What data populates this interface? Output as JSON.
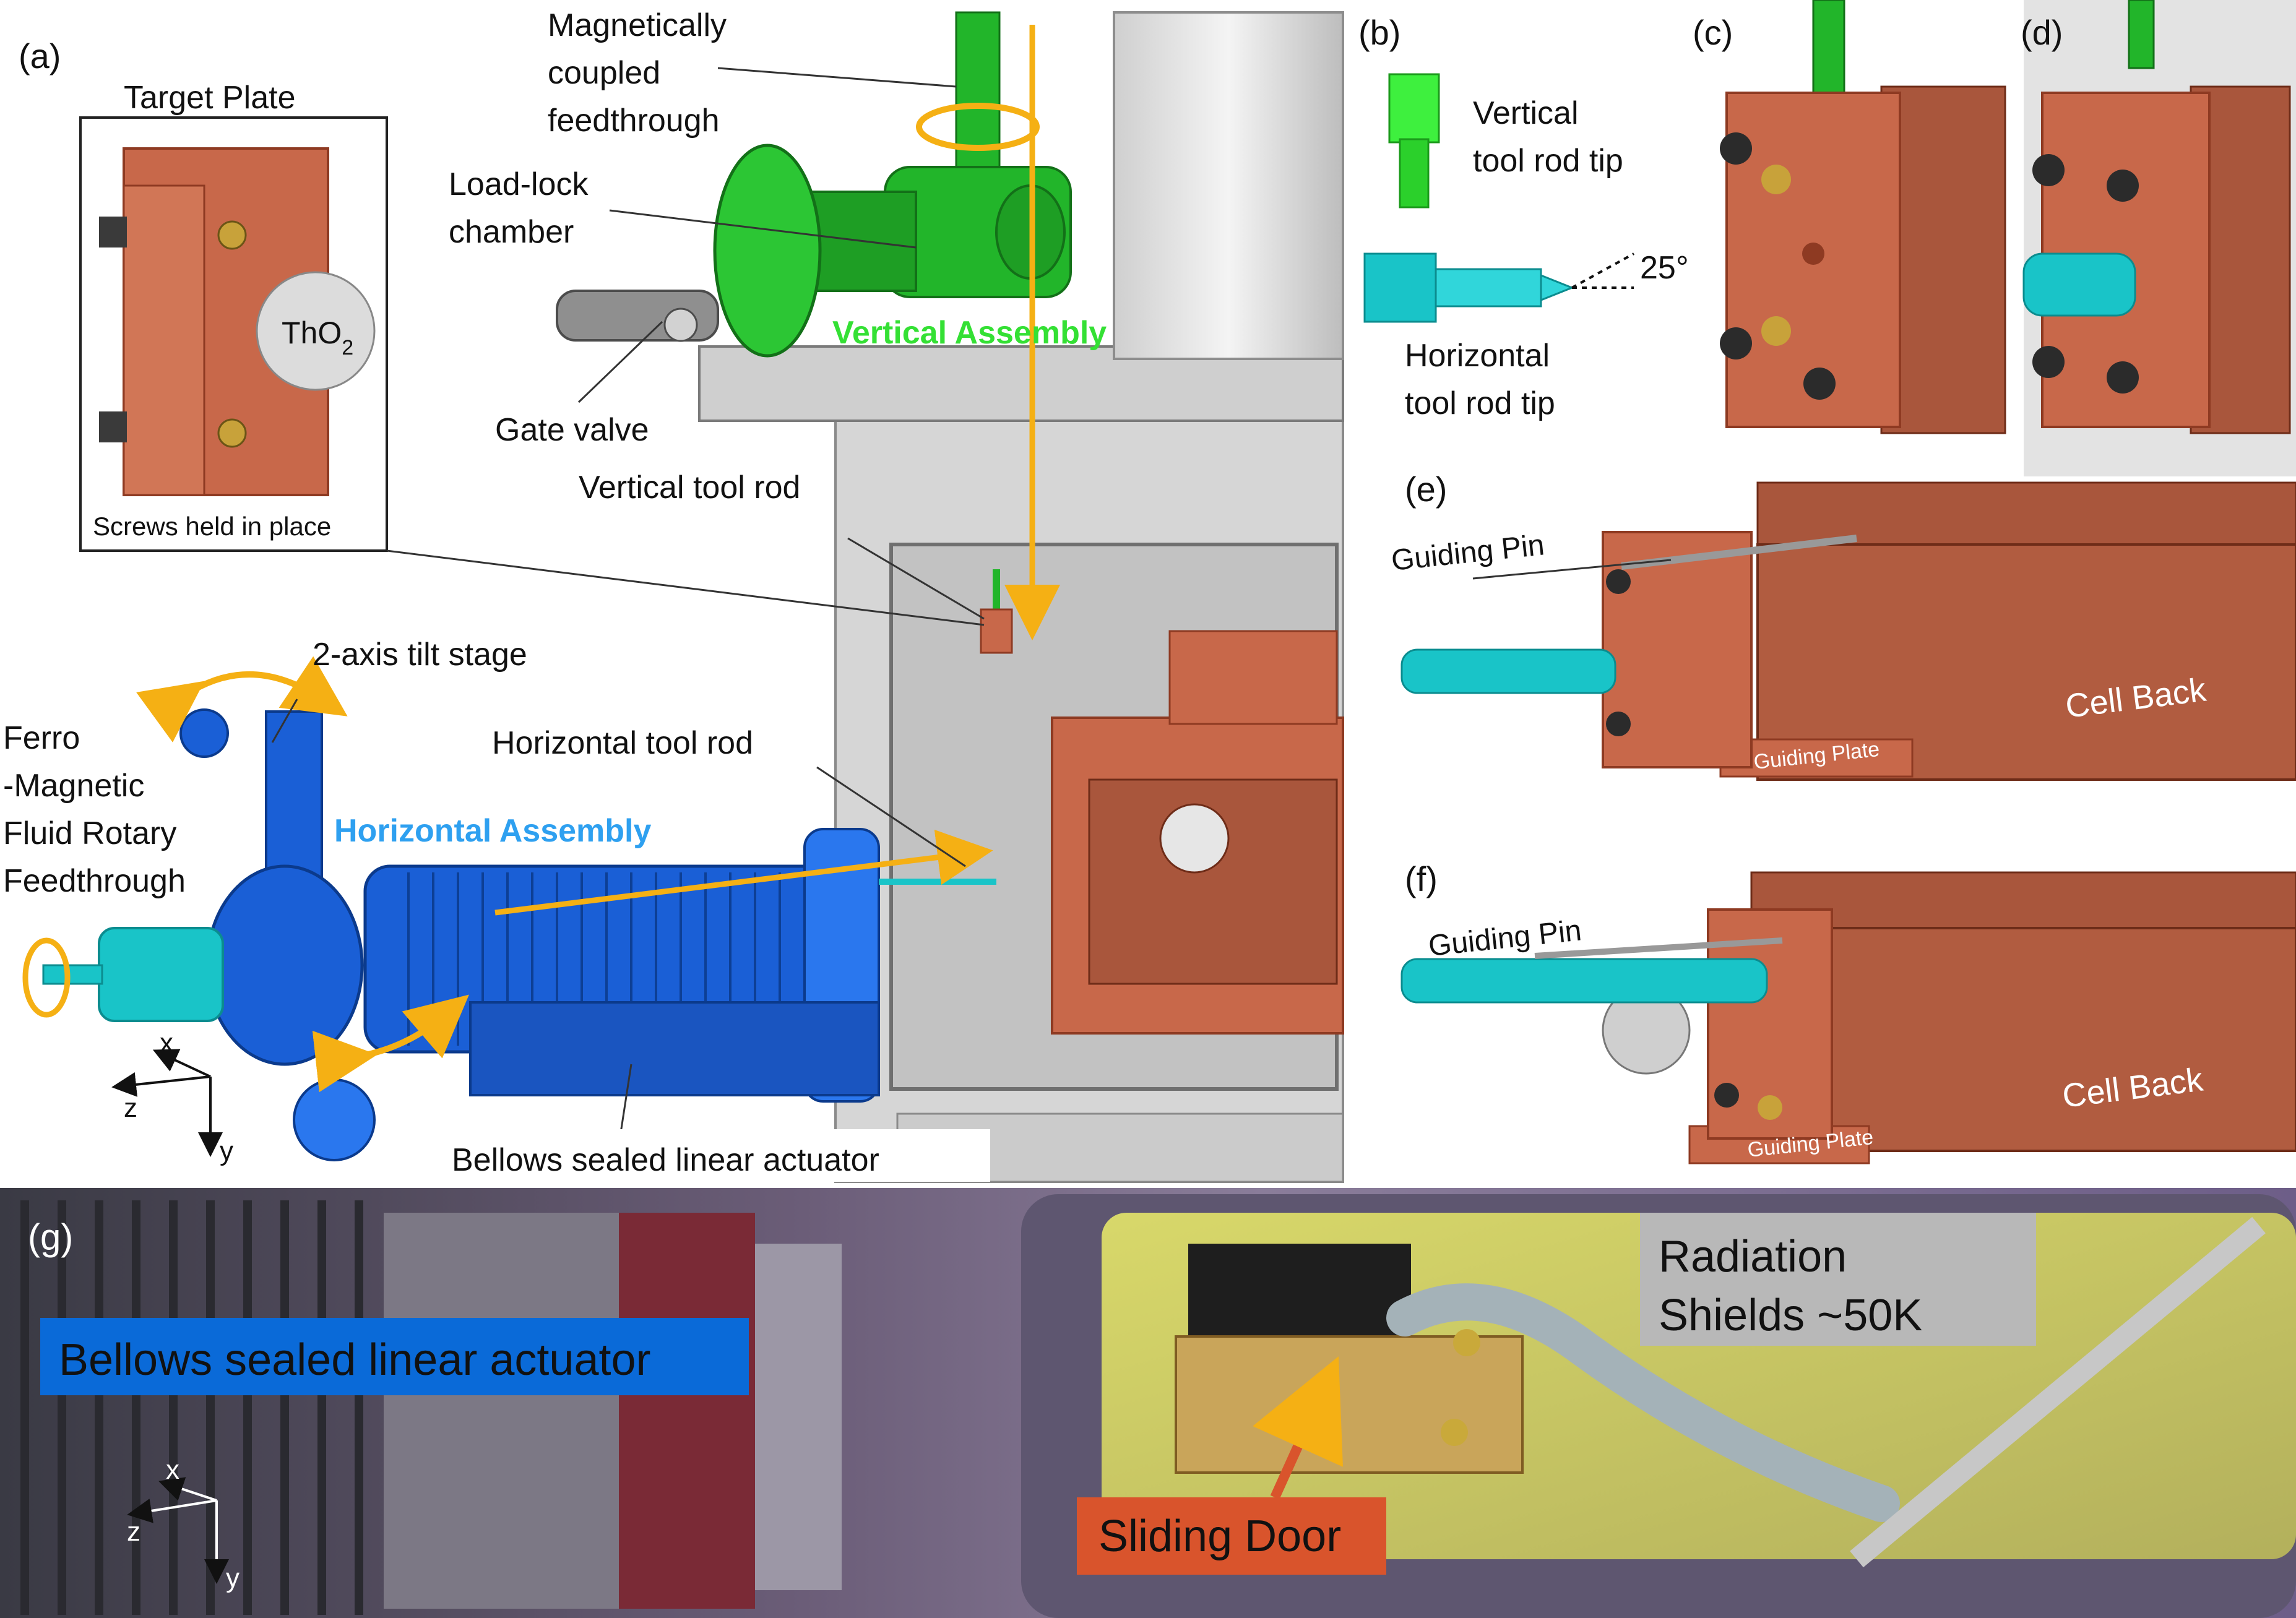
{
  "panels": {
    "a": "(a)",
    "b": "(b)",
    "c": "(c)",
    "d": "(d)",
    "e": "(e)",
    "f": "(f)",
    "g": "(g)"
  },
  "target_plate": {
    "title": "Target Plate",
    "sample_main": "ThO",
    "sample_sub": "2",
    "note": "Screws held in place"
  },
  "labels_a": {
    "magnetic_1": "Magnetically",
    "magnetic_2": "coupled",
    "magnetic_3": "feedthrough",
    "loadlock_1": "Load-lock",
    "loadlock_2": "chamber",
    "vertical_assembly": "Vertical Assembly",
    "gate_valve": "Gate valve",
    "vertical_tool_rod": "Vertical tool rod",
    "tilt_stage": "2-axis tilt stage",
    "ferro_1": "Ferro",
    "ferro_2": "-Magnetic",
    "ferro_3": "Fluid Rotary",
    "ferro_4": "Feedthrough",
    "horizontal_tool_rod": "Horizontal tool rod",
    "horizontal_assembly": "Horizontal Assembly",
    "bellows": "Bellows sealed linear actuator"
  },
  "axes": {
    "x": "x",
    "y": "y",
    "z": "z"
  },
  "labels_b": {
    "vertical_tip_1": "Vertical",
    "vertical_tip_2": "tool rod tip",
    "horizontal_tip_1": "Horizontal",
    "horizontal_tip_2": "tool rod tip",
    "angle": "25°"
  },
  "labels_ef": {
    "guiding_pin": "Guiding Pin",
    "cell_back": "Cell Back",
    "guiding_plate": "Guiding Plate"
  },
  "labels_g": {
    "bellows": "Bellows sealed linear actuator",
    "radiation_1": "Radiation",
    "radiation_2": "Shields ~50K",
    "sliding_door": "Sliding Door"
  },
  "colors": {
    "copper": "#c8684a",
    "copper_dark": "#8e3a22",
    "green": "#22b52a",
    "blue_assembly": "#1a5fd6",
    "cyan_rod": "#19c4c8",
    "arrow_orange": "#f5b014",
    "label_blue_text": "#2ea0f0",
    "label_green_text": "#34e034",
    "photo_blue_box": "#0a6ad8",
    "photo_red_box": "#d9542c",
    "photo_grey_box": "#b8b8b8"
  }
}
